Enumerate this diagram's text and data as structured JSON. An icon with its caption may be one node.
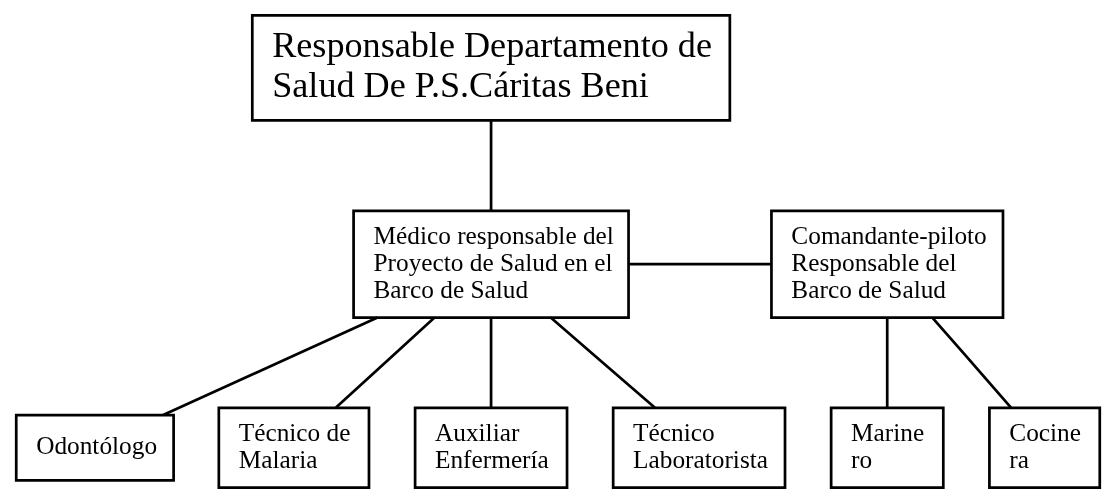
{
  "diagram": {
    "nodes": [
      {
        "text": [
          "Responsable Departamento de Salud De P.S.Cáritas Beni"
        ]
      },
      {
        "text": [
          "Médico responsable del Proyecto de Salud en el Barco de Salud"
        ]
      },
      {
        "text": [
          "Comandante-piloto Responsable del Barco de Salud"
        ]
      },
      {
        "text": [
          "Odontólogo"
        ]
      },
      {
        "text": [
          "Técnico de Malaria"
        ]
      },
      {
        "text": [
          "Auxiliar Enfermería"
        ]
      },
      {
        "text": [
          "Técnico Laboratorista"
        ]
      },
      {
        "text": [
          "Marinero"
        ]
      },
      {
        "text": [
          "Cocinera"
        ]
      }
    ],
    "edges": [
      {
        "from": 0,
        "to": 1,
        "arrow": "none"
      },
      {
        "from": 1,
        "to": 2,
        "arrow": "none"
      },
      {
        "from": 1,
        "to": 3,
        "arrow": "none"
      },
      {
        "from": 1,
        "to": 4,
        "arrow": "none"
      },
      {
        "from": 1,
        "to": 5,
        "arrow": "none"
      },
      {
        "from": 1,
        "to": 6,
        "arrow": "none"
      },
      {
        "from": 2,
        "to": 7,
        "arrow": "none"
      },
      {
        "from": 2,
        "to": 8,
        "arrow": "none"
      }
    ]
  }
}
